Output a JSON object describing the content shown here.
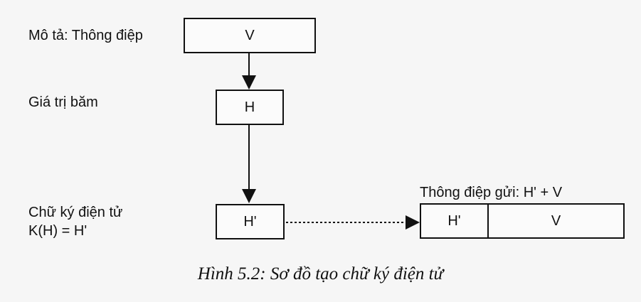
{
  "labels": {
    "message_desc": "Mô tả: Thông điệp",
    "hash_value": "Giá trị băm",
    "signature_line1": "Chữ ký điện tử",
    "signature_line2": "K(H) = H'",
    "sent_message": "Thông điệp gửi: H' + V"
  },
  "boxes": {
    "message": "V",
    "hash": "H",
    "signature": "H'",
    "sent_signature": "H'",
    "sent_message": "V"
  },
  "caption": "Hình 5.2: Sơ đồ tạo chữ ký điện tử"
}
